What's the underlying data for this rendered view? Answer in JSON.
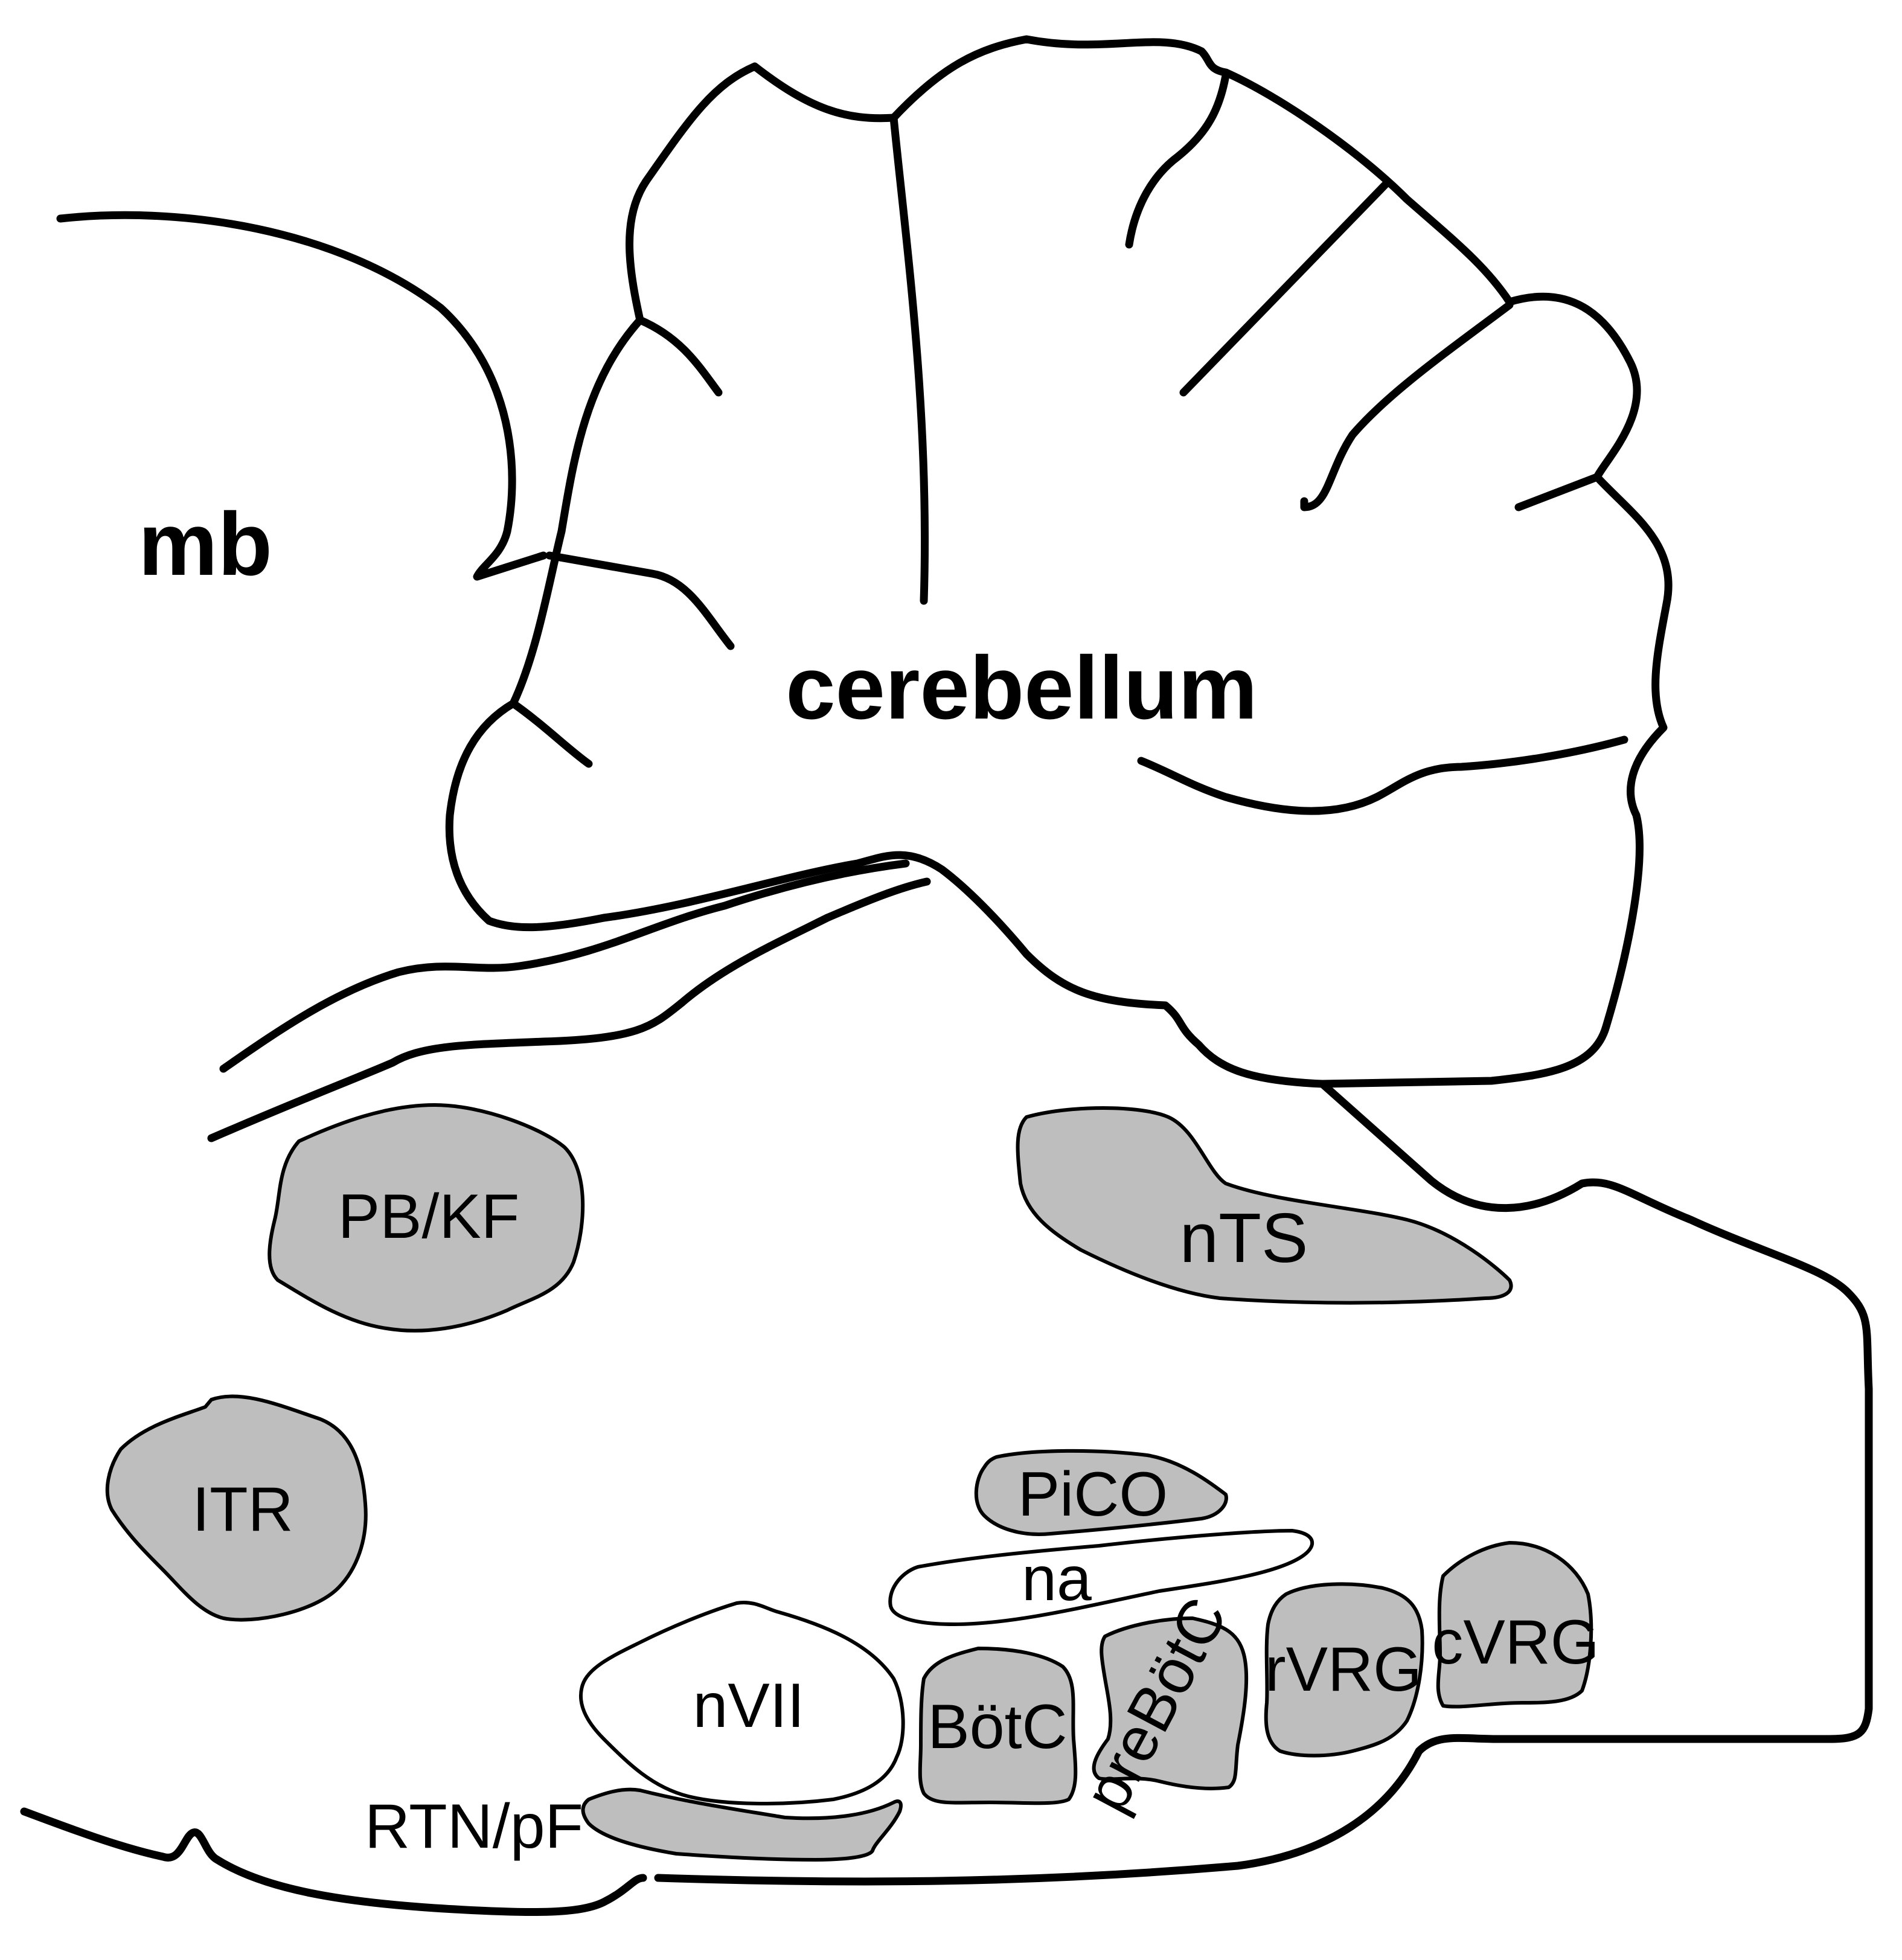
{
  "labels": {
    "mb": "mb",
    "cerebellum": "cerebellum",
    "pb_kf": "PB/KF",
    "nts": "nTS",
    "itr": "ITR",
    "pico": "PiCO",
    "na": "na",
    "nvii": "nVII",
    "botc": "BötC",
    "prebotc": "preBötC",
    "rvrg": "rVRG",
    "cvrg": "cVRG",
    "rtn_pf": "RTN/pF"
  },
  "colors": {
    "nucleus_fill": "#bebebe",
    "outline": "#000000",
    "background": "#ffffff"
  }
}
